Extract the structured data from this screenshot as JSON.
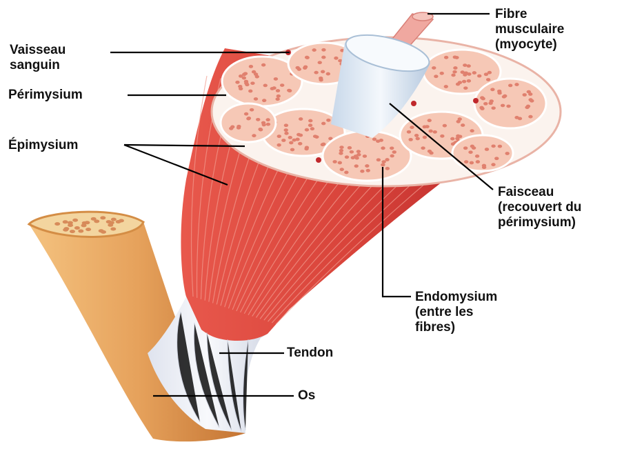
{
  "labels": {
    "vaisseau": [
      "Vaisseau",
      "sanguin"
    ],
    "perimysium": "Périmysium",
    "epimysium": "Épimysium",
    "fibre": [
      "Fibre",
      "musculaire",
      "(myocyte)"
    ],
    "faisceau": [
      "Faisceau",
      "(recouvert du",
      "périmysium)"
    ],
    "endomysium": [
      "Endomysium",
      "(entre les",
      "fibres)"
    ],
    "tendon": "Tendon",
    "os": "Os"
  },
  "colors": {
    "muscle": "#d8433a",
    "muscle_dark": "#b8282a",
    "muscle_light": "#ef8a7e",
    "fascicle_fill": "#f6c8b6",
    "fascicle_dot": "#e0806e",
    "membrane": "#fbf3ee",
    "tendon": "#eef0f6",
    "bone": "#e6a25c",
    "bone_dark": "#c97a35",
    "bone_marrow": "#f3d59f",
    "fiber": "#dde9f4"
  }
}
